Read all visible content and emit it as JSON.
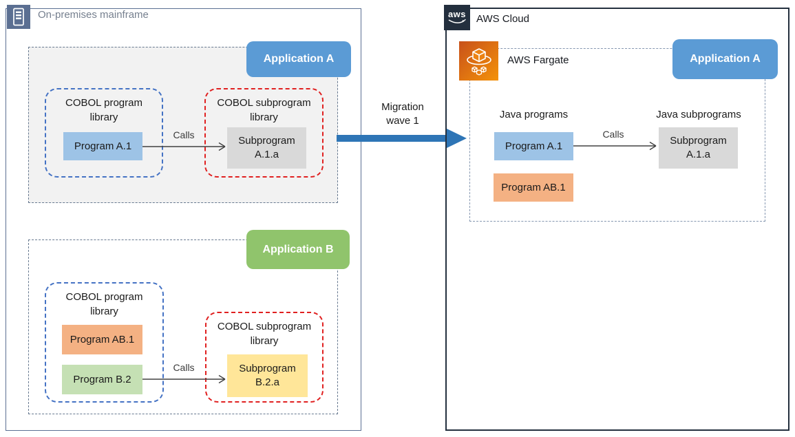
{
  "left_panel": {
    "title": "On-premises mainframe",
    "icon": "mainframe-icon",
    "app_a": {
      "badge": "Application A",
      "program_library": {
        "title": "COBOL program library",
        "programs": [
          {
            "label": "Program A.1",
            "color": "#9dc3e6"
          }
        ]
      },
      "subprogram_library": {
        "title": "COBOL subprogram library",
        "programs": [
          {
            "label": "Subprogram A.1.a",
            "color": "#d9d9d9"
          }
        ]
      },
      "calls_label": "Calls"
    },
    "app_b": {
      "badge": "Application B",
      "program_library": {
        "title": "COBOL program library",
        "programs": [
          {
            "label": "Program AB.1",
            "color": "#f4b183"
          },
          {
            "label": "Program B.2",
            "color": "#c5e0b4"
          }
        ]
      },
      "subprogram_library": {
        "title": "COBOL subprogram library",
        "programs": [
          {
            "label": "Subprogram B.2.a",
            "color": "#ffe699"
          }
        ]
      },
      "calls_label": "Calls"
    }
  },
  "migration": {
    "label": "Migration wave 1",
    "arrow_color": "#2e75b6"
  },
  "aws_panel": {
    "title": "AWS Cloud",
    "logo_text": "aws",
    "fargate": {
      "label": "AWS Fargate",
      "badge": "Application A",
      "programs_title": "Java programs",
      "subprograms_title": "Java subprograms",
      "programs": [
        {
          "label": "Program A.1",
          "color": "#9dc3e6"
        },
        {
          "label": "Program AB.1",
          "color": "#f4b183"
        }
      ],
      "subprograms": [
        {
          "label": "Subprogram A.1.a",
          "color": "#d9d9d9"
        }
      ],
      "calls_label": "Calls"
    }
  },
  "colors": {
    "app_a_badge": "#5b9bd5",
    "app_b_badge": "#90c46c",
    "program_library_border": "#4472c4",
    "subprogram_library_border": "#e02020",
    "group_border": "#66788f",
    "onprem_border": "#5b6f92",
    "aws_border": "#232f3e",
    "fargate_gradient": [
      "#c8511b",
      "#f49208"
    ],
    "app_a_group_fill": "#f2f2f2"
  }
}
